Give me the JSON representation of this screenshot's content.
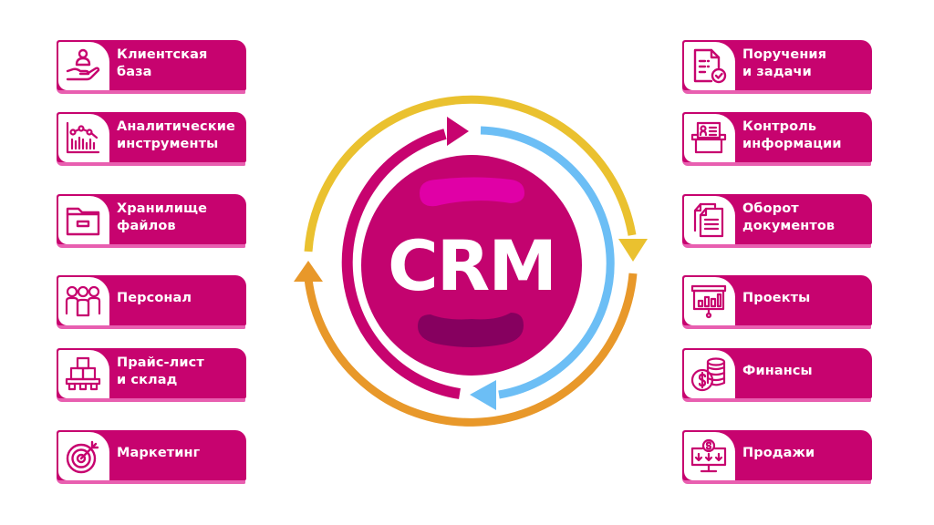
{
  "center": {
    "label": "CRM",
    "colors": {
      "core": "#c3036f",
      "highlight_top": "#e000a6",
      "highlight_bottom": "#86005f",
      "ring_magenta": "#c7036f",
      "ring_blue": "#6cbef5",
      "ring_yellow": "#eac12f",
      "ring_orange": "#e8982a"
    }
  },
  "left_cards": [
    {
      "label": "Клиентская\nбаза",
      "icon": "hand-user-icon"
    },
    {
      "label": "Аналитические\nинструменты",
      "icon": "analytics-chart-icon"
    },
    {
      "label": "Хранилище\nфайлов",
      "icon": "folder-icon"
    },
    {
      "label": "Персонал",
      "icon": "team-icon"
    },
    {
      "label": "Прайс-лист\nи склад",
      "icon": "warehouse-boxes-icon"
    },
    {
      "label": "Маркетинг",
      "icon": "target-icon"
    }
  ],
  "right_cards": [
    {
      "label": "Поручения\nи задачи",
      "icon": "task-document-check-icon"
    },
    {
      "label": "Контроль\nинформации",
      "icon": "id-card-tray-icon"
    },
    {
      "label": "Оборот\nдокументов",
      "icon": "documents-icon"
    },
    {
      "label": "Проекты",
      "icon": "presentation-board-icon"
    },
    {
      "label": "Финансы",
      "icon": "coins-icon"
    },
    {
      "label": "Продажи",
      "icon": "sales-monitor-icon"
    }
  ],
  "theme": {
    "card_color": "#c7036f",
    "card_shadow": "#e85fb0",
    "icon_stroke": "#c7036f"
  }
}
